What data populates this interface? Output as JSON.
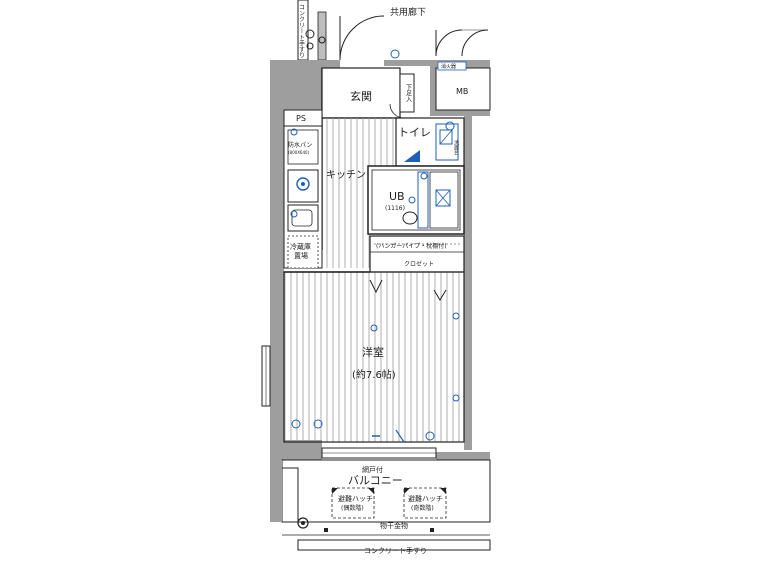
{
  "labels": {
    "corridor": "共用廊下",
    "genkan": "玄関",
    "geta": "下足入",
    "mb": "MB",
    "shoukaki": "消火器",
    "ps": "PS",
    "toilet": "トイレ",
    "kitchen": "キッチン",
    "ub": "UB",
    "ub_size": "(1116)",
    "senmen": "洗面台",
    "hanger": "(ハンガーパイプ・枕棚付)",
    "closet": "クロゼット",
    "bouban": "防水パン",
    "bouban_size": "(800X640)",
    "reizouko": "冷蔵庫",
    "reizouko2": "置場",
    "youshitsu": "洋室",
    "area": "(約7.6帖)",
    "amido": "網戸付",
    "balcony": "バルコニー",
    "hatch1_a": "避難ハッチ",
    "hatch1_b": "(偶数階)",
    "hatch2_a": "避難ハッチ",
    "hatch2_b": "(奇数階)",
    "monohoshi": "物干金物",
    "rail_top": "コンクリート手すり",
    "rail_bottom": "コンクリート手すり"
  }
}
